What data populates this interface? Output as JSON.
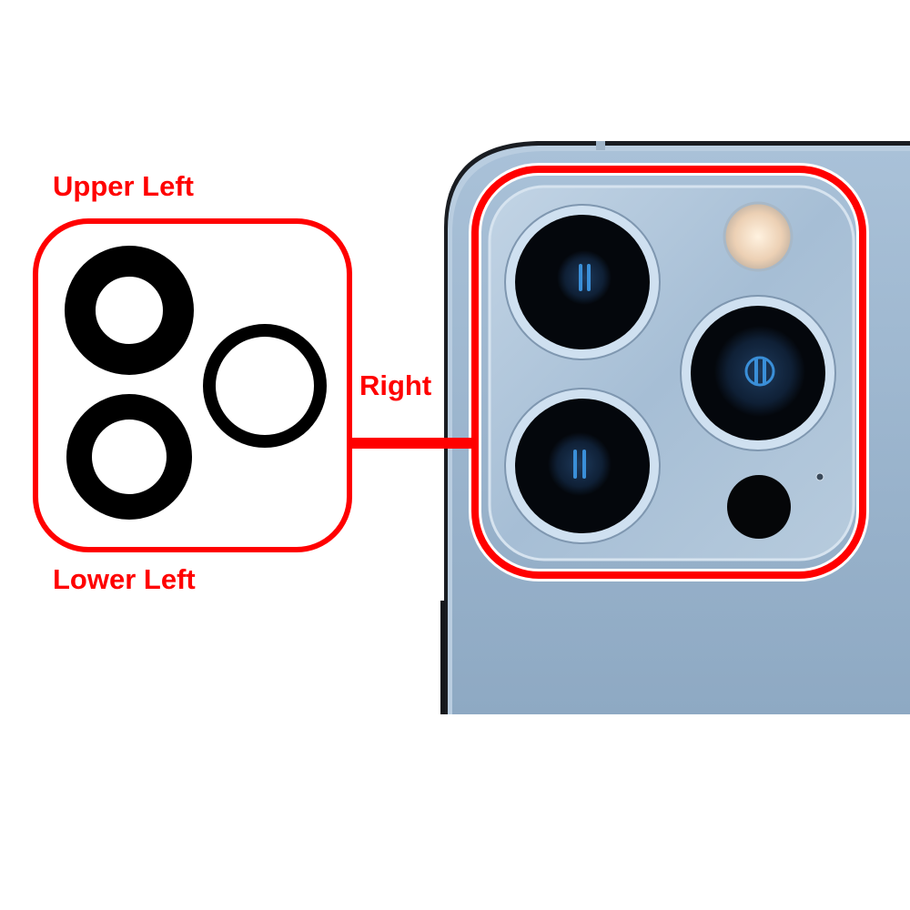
{
  "labels": {
    "upper_left": "Upper Left",
    "lower_left": "Lower Left",
    "right": "Right"
  },
  "colors": {
    "highlight": "#ff0000",
    "phone_body": "#93adc6",
    "lens_ring": "#c9dcee",
    "lens_glass": "#05070b",
    "lens_inner": "#142a45",
    "lens_glint": "#3a8fd8",
    "flash": "#f3dcc6",
    "gasket": "#000000"
  },
  "parts": [
    {
      "name": "upper-left-lens-gasket",
      "label": "Upper Left"
    },
    {
      "name": "right-lens-gasket",
      "label": "Right"
    },
    {
      "name": "lower-left-lens-gasket",
      "label": "Lower Left"
    }
  ]
}
